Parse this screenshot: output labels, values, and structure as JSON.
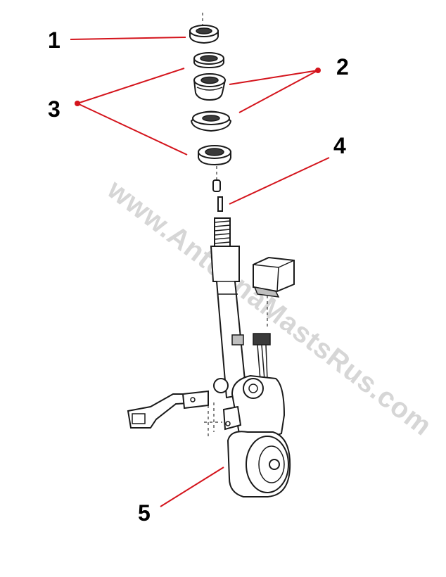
{
  "diagram": {
    "watermark_text": "www.AntennaMastsRus.com",
    "callouts": [
      {
        "id": "1",
        "label": "1"
      },
      {
        "id": "2",
        "label": "2"
      },
      {
        "id": "3",
        "label": "3"
      },
      {
        "id": "4",
        "label": "4"
      },
      {
        "id": "5",
        "label": "5"
      }
    ],
    "colors": {
      "leader_lines": "#d4141c",
      "outline": "#1a1a1a",
      "watermark": "#d6d6d6"
    }
  }
}
